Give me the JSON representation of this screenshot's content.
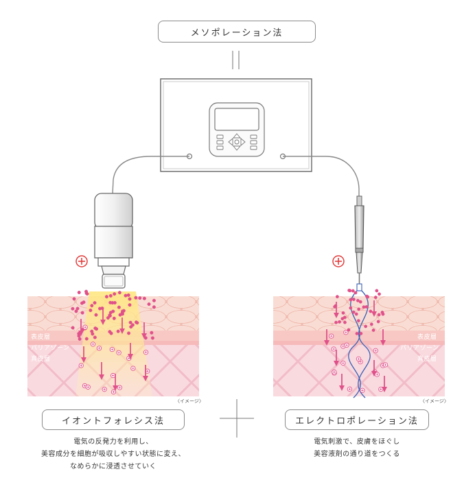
{
  "title": "メソポレーション法",
  "left": {
    "method": "イオントフォレシス法",
    "description": [
      "電気の反発力を利用し、",
      "美容成分を細胞が吸収しやすい状態に変え、",
      "なめらかに浸透させていく"
    ],
    "layers": [
      "表皮層",
      "バリアゾーン",
      "真皮層"
    ],
    "note": "〈イメージ〉",
    "polarity": "+"
  },
  "right": {
    "method": "エレクトロポレーション法",
    "description": [
      "電気刺激で、皮膚をほぐし",
      "美容液剤の通り道をつくる"
    ],
    "layers": [
      "表皮層",
      "バリアゾーン",
      "真皮層"
    ],
    "note": "〈イメージ〉",
    "polarity": "+"
  },
  "colors": {
    "particle": "#e0518a",
    "arrow": "#e0518a",
    "polarity": "#e23b3b",
    "skin_top": "#f5c8bf",
    "skin_dermis": "#f9d9dd",
    "glow": "#ffe27a",
    "electrode": "#3b5fb5"
  }
}
